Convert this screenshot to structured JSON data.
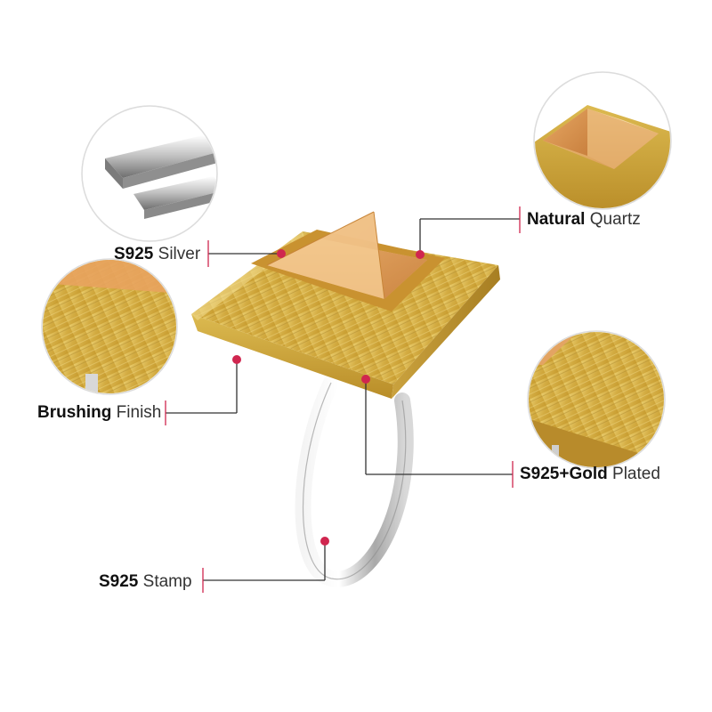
{
  "colors": {
    "accent_dot": "#d0264f",
    "leader_line": "#333333",
    "gold": "#d9b44a",
    "silver": "#c9c9c9",
    "quartz": "#e0a35a"
  },
  "callouts": [
    {
      "id": "silver",
      "bold": "S925",
      "regular": " Silver",
      "inset": "silver-bar-icon"
    },
    {
      "id": "quartz",
      "bold": "Natural",
      "regular": " Quartz",
      "inset": "quartz-closeup-icon"
    },
    {
      "id": "brushing",
      "bold": "Brushing",
      "regular": " Finish",
      "inset": "brushed-gold-icon"
    },
    {
      "id": "gold-plated",
      "bold": "S925+Gold",
      "regular": " Plated",
      "inset": "gold-plated-icon"
    },
    {
      "id": "stamp",
      "bold": "S925",
      "regular": " Stamp",
      "inset": ""
    }
  ]
}
